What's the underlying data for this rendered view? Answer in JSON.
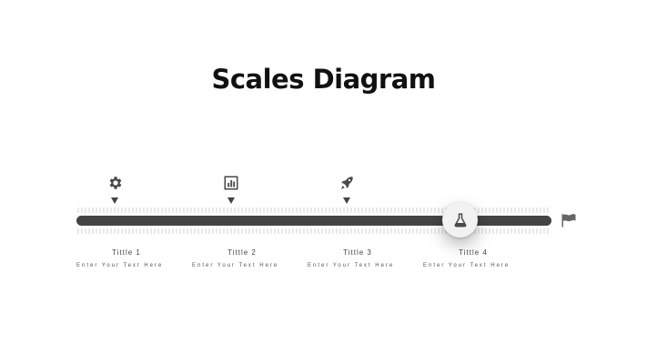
{
  "title": "Scales Diagram",
  "progress": 0.81,
  "steps": [
    {
      "title": "Tittle 1",
      "desc": "Enter Your Text Here",
      "icon": "gear-icon"
    },
    {
      "title": "Tittle 2",
      "desc": "Enter Your Text Here",
      "icon": "bar-chart-icon"
    },
    {
      "title": "Tittle 3",
      "desc": "Enter Your Text Here",
      "icon": "rocket-icon"
    },
    {
      "title": "Tittle 4",
      "desc": "Enter Your Text Here",
      "icon": "flask-icon"
    }
  ],
  "end_icon": "flag-icon",
  "colors": {
    "bar": "#444444",
    "track": "#dcdcdc",
    "ticks": "#b5b5b5",
    "text": "#444444"
  }
}
